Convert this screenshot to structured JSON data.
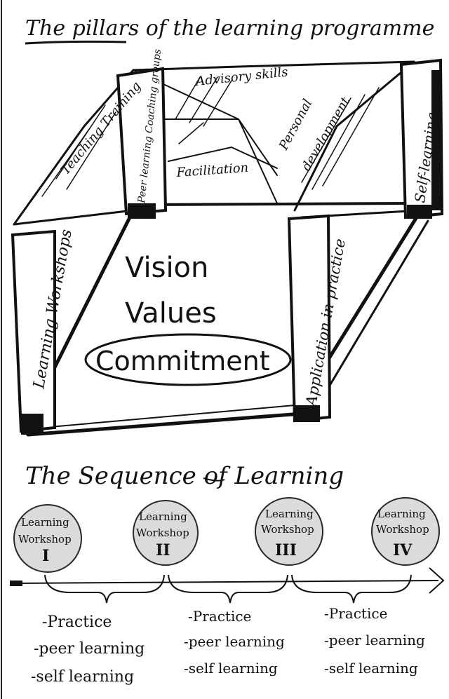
{
  "title": "The pillars of the learning programme",
  "pillars": {
    "left_front": "Learning Workshops",
    "left_back": "Peer learning Coaching groups",
    "right_front": "Application in practice",
    "right_back": "Self-learning"
  },
  "roof": {
    "teaching": "Teaching Training",
    "advisory": "Advisory skills",
    "facilitation": "Facilitation",
    "personal_1": "Personal",
    "personal_2": "development"
  },
  "center": {
    "vision": "Vision",
    "values": "Values",
    "commitment": "Commitment"
  },
  "sequence_title": "The Sequence of Learning",
  "workshops": [
    {
      "label1": "Learning",
      "label2": "Workshop",
      "numeral": "I"
    },
    {
      "label1": "Learning",
      "label2": "Workshop",
      "numeral": "II"
    },
    {
      "label1": "Learning",
      "label2": "Workshop",
      "numeral": "III"
    },
    {
      "label1": "Learning",
      "label2": "Workshop",
      "numeral": "IV"
    }
  ],
  "activities": [
    {
      "a": "-Practice",
      "b": "-peer learning",
      "c": "-self learning"
    },
    {
      "a": "-Practice",
      "b": "-peer learning",
      "c": "-self learning"
    },
    {
      "a": "-Practice",
      "b": "-peer learning",
      "c": "-self learning"
    }
  ]
}
